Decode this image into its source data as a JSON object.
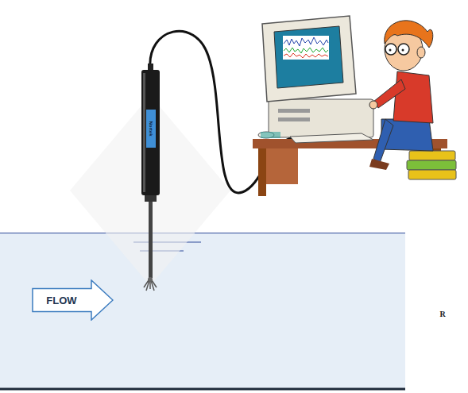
{
  "diagram": {
    "nodes": [
      {
        "text": [
          "FLOW"
        ]
      }
    ],
    "labels": [
      "Nortek",
      "R"
    ]
  }
}
